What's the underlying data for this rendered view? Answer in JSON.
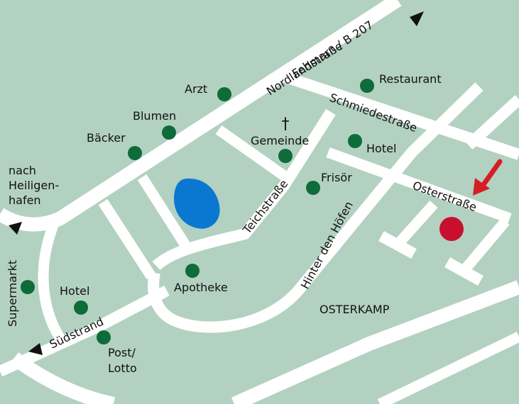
{
  "colors": {
    "land": "#b3d1c1",
    "road": "#ffffff",
    "poi": "#0e6b3a",
    "water": "#0a78d0",
    "destination": "#c8102e",
    "arrow": "#d51f26",
    "text": "#111111"
  },
  "streets": {
    "nordlandstrasse": "Nordlandstraße",
    "fehmarn": "Fehmarn / B 207",
    "schmiedestrasse": "Schmiedestraße",
    "teichstrasse": "Teichstraße",
    "hinter_den_hoefen": "Hinter den Höfen",
    "osterstrasse": "Osterstraße",
    "suedstrand": "Südstrand"
  },
  "places": {
    "heiligenhafen_1": "nach",
    "heiligenhafen_2": "Heiligen-",
    "heiligenhafen_3": "hafen",
    "supermarkt": "Supermarkt",
    "osterkamp": "OSTERKAMP",
    "church_symbol": "†"
  },
  "pois": {
    "arzt": "Arzt",
    "blumen": "Blumen",
    "baecker": "Bäcker",
    "restaurant": "Restaurant",
    "gemeinde": "Gemeinde",
    "hotel_east": "Hotel",
    "frisoer": "Frisör",
    "apotheke": "Apotheke",
    "hotel_west": "Hotel",
    "post": "Post/",
    "lotto": "Lotto"
  }
}
